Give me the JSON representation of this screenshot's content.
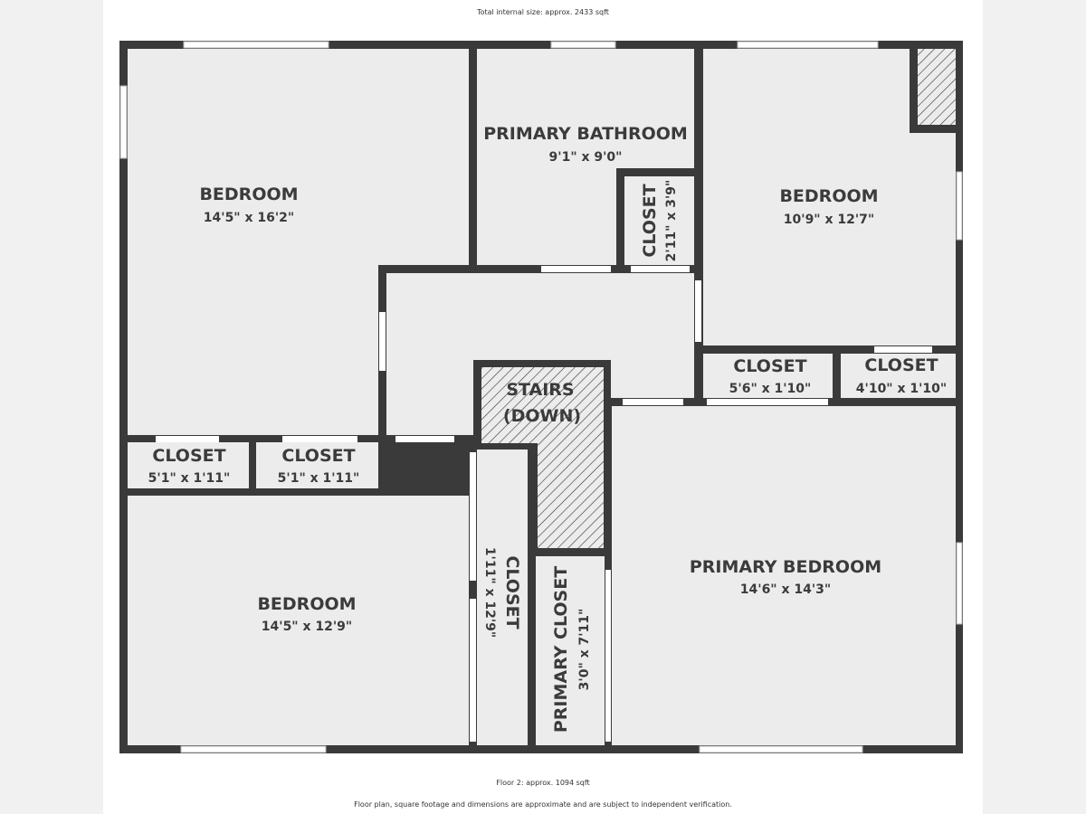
{
  "header": {
    "total_size": "Total internal size: approx. 2433 sqft"
  },
  "footer": {
    "floor_size": "Floor 2: approx. 1094 sqft",
    "disclaimer": "Floor plan, square footage and dimensions are approximate and are subject to independent verification."
  },
  "colors": {
    "wall": "#3a3a3a",
    "floor": "#ececec",
    "window": "#ffffff"
  },
  "rooms": [
    {
      "name": "BEDROOM",
      "dims": "14'5\" x 16'2\""
    },
    {
      "name": "PRIMARY BATHROOM",
      "dims": "9'1\" x 9'0\""
    },
    {
      "name": "CLOSET",
      "dims": "2'11\" x 3'9\""
    },
    {
      "name": "BEDROOM",
      "dims": "10'9\" x 12'7\""
    },
    {
      "name": "CLOSET",
      "dims": "5'6\" x 1'10\""
    },
    {
      "name": "CLOSET",
      "dims": "4'10\" x 1'10\""
    },
    {
      "name": "STAIRS",
      "dims": "(DOWN)"
    },
    {
      "name": "CLOSET",
      "dims": "5'1\" x 1'11\""
    },
    {
      "name": "CLOSET",
      "dims": "5'1\" x 1'11\""
    },
    {
      "name": "PRIMARY BEDROOM",
      "dims": "14'6\" x 14'3\""
    },
    {
      "name": "BEDROOM",
      "dims": "14'5\" x 12'9\""
    },
    {
      "name": "CLOSET",
      "dims": "1'11\" x 12'9\""
    },
    {
      "name": "PRIMARY CLOSET",
      "dims": "3'0\" x 7'11\""
    }
  ]
}
